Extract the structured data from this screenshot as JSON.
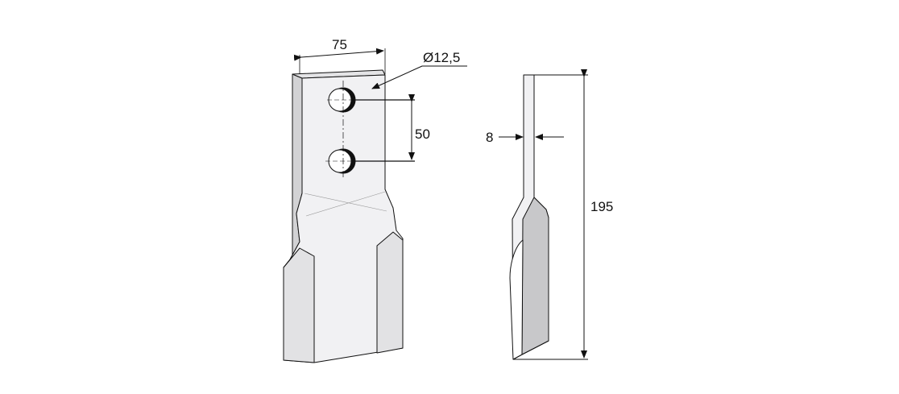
{
  "drawing": {
    "width_dim": "75",
    "hole_dim": "Ø12,5",
    "hole_spacing_dim": "50",
    "thickness_dim": "8",
    "length_dim": "195"
  },
  "colors": {
    "face": "#f1f1f3",
    "side": "#d2d2d4",
    "bevel": "#c8c8ca",
    "line": "#111111"
  }
}
